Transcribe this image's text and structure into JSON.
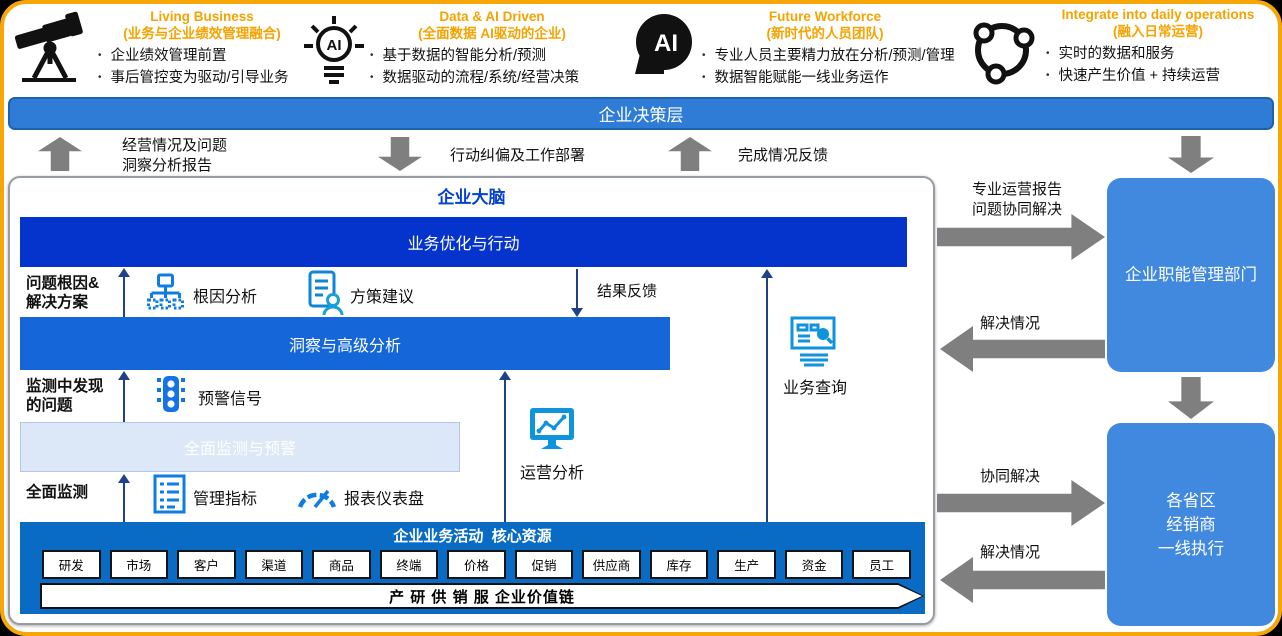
{
  "features": [
    {
      "icon": "telescope-icon",
      "title": "Living Business",
      "subtitle": "(业务与企业绩效管理融合)",
      "bullets": [
        "企业绩效管理前置",
        "事后管控变为驱动/引导业务"
      ]
    },
    {
      "icon": "ai-lightbulb-icon",
      "title": "Data & AI Driven",
      "subtitle": "(全面数据 AI驱动的企业)",
      "bullets": [
        "基于数据的智能分析/预测",
        "数据驱动的流程/系统/经营决策"
      ]
    },
    {
      "icon": "ai-head-icon",
      "title": "Future Workforce",
      "subtitle": "(新时代的人员团队)",
      "bullets": [
        "专业人员主要精力放在分析/预测/管理",
        "数据智能赋能一线业务运作"
      ]
    },
    {
      "icon": "network-cycle-icon",
      "title": "Integrate into daily operations",
      "subtitle": "(融入日常运营)",
      "bullets": [
        "实时的数据和服务",
        "快速产生价值 + 持续运营"
      ]
    }
  ],
  "decision_layer": {
    "label": "企业决策层"
  },
  "flows": {
    "report_up": "经营情况及问题\n洞察分析报告",
    "deploy_down": "行动纠偏及工作部署",
    "feedback_up": "完成情况反馈"
  },
  "brain": {
    "title": "企业大脑",
    "bar_action": "业务优化与行动",
    "bar_insight": "洞察与高级分析",
    "bar_monitor_warn": "全面监测与预警",
    "label_root_cause": "问题根因&\n解决方案",
    "label_found_issues": "监测中发现\n的问题",
    "label_full_monitor": "全面监测",
    "result_feedback": "结果反馈",
    "items": {
      "root_cause": "根因分析",
      "policy": "方策建议",
      "warning": "预警信号",
      "kpi": "管理指标",
      "dashboard": "报表仪表盘",
      "ops_analysis": "运营分析",
      "biz_query": "业务查询"
    },
    "business": {
      "title": "企业业务活动  核心资源",
      "resources": [
        "研发",
        "市场",
        "客户",
        "渠道",
        "商品",
        "终端",
        "价格",
        "促销",
        "供应商",
        "库存",
        "生产",
        "资金",
        "员工"
      ],
      "value_chain": "产 研 供 销 服 企业价值链"
    }
  },
  "right_panel": {
    "dept_box": "企业职能管理部门",
    "exec_box": "各省区\n经销商\n一线执行",
    "arrow_report": "专业运营报告\n问题协同解决",
    "arrow_solved_dept": "解决情况",
    "arrow_collab": "协同解决",
    "arrow_solved_exec": "解决情况"
  },
  "colors": {
    "accent_orange": "#F5A300",
    "frame_orange": "#F7A608",
    "decision_blue": "#2E7CD6",
    "action_blue": "#0534CC",
    "insight_blue": "#1566D9",
    "monitor_light_blue": "#DCE8F7",
    "business_blue": "#0A6BC4",
    "panel_blue": "#4189DE",
    "icon_blue": "#0E7CE0",
    "arrow_gray": "#7F7F7F",
    "line_navy": "#1D4289"
  }
}
